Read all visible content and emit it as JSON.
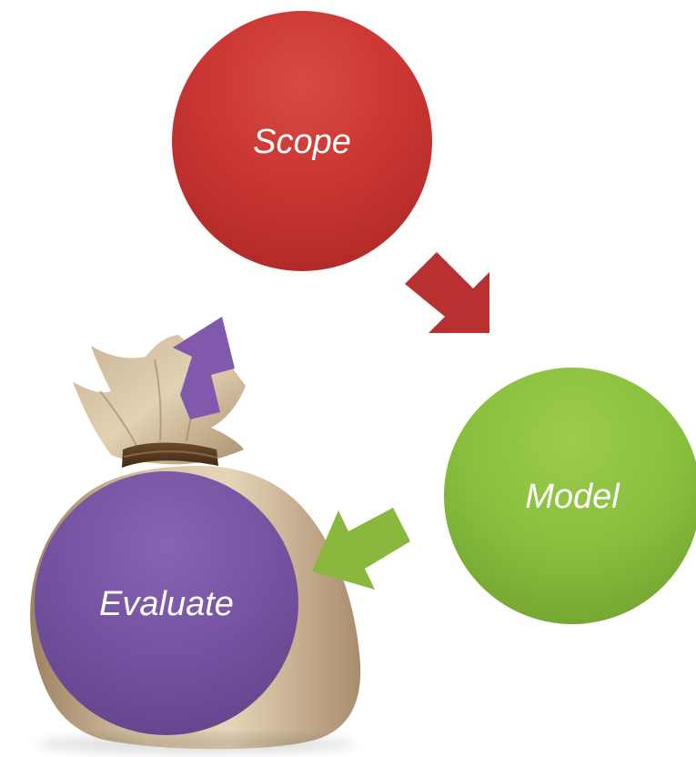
{
  "diagram": {
    "nodes": [
      {
        "id": "scope",
        "label": "Scope",
        "color": "#cc3333"
      },
      {
        "id": "model",
        "label": "Model",
        "color": "#8cbf3f"
      },
      {
        "id": "evaluate",
        "label": "Evaluate",
        "color": "#7b55a3"
      }
    ],
    "arrows": [
      {
        "from": "scope",
        "to": "model",
        "color": "#b8302f"
      },
      {
        "from": "model",
        "to": "evaluate",
        "color": "#8ab83e"
      },
      {
        "from": "evaluate",
        "to": "scope",
        "color": "#8059ad"
      }
    ],
    "background_image": "money-bag"
  }
}
